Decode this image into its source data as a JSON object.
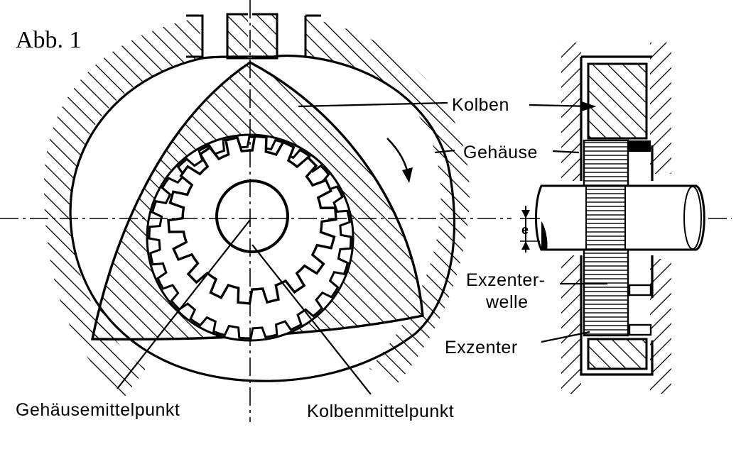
{
  "figure": {
    "title": "Abb. 1"
  },
  "labels": {
    "kolben": "Kolben",
    "gehaeuse": "Gehäuse",
    "exzenterwelle_line1": "Exzenter-",
    "exzenterwelle_line2": "welle",
    "exzenter": "Exzenter",
    "gehaeusemittelpunkt": "Gehäusemittelpunkt",
    "kolbenmittelpunkt": "Kolbenmittelpunkt",
    "eccentricity_symbol": "e"
  },
  "colors": {
    "ink": "#000000",
    "paper": "#ffffff"
  },
  "icons": {
    "rotation_direction": "curved-arrow-icon"
  }
}
